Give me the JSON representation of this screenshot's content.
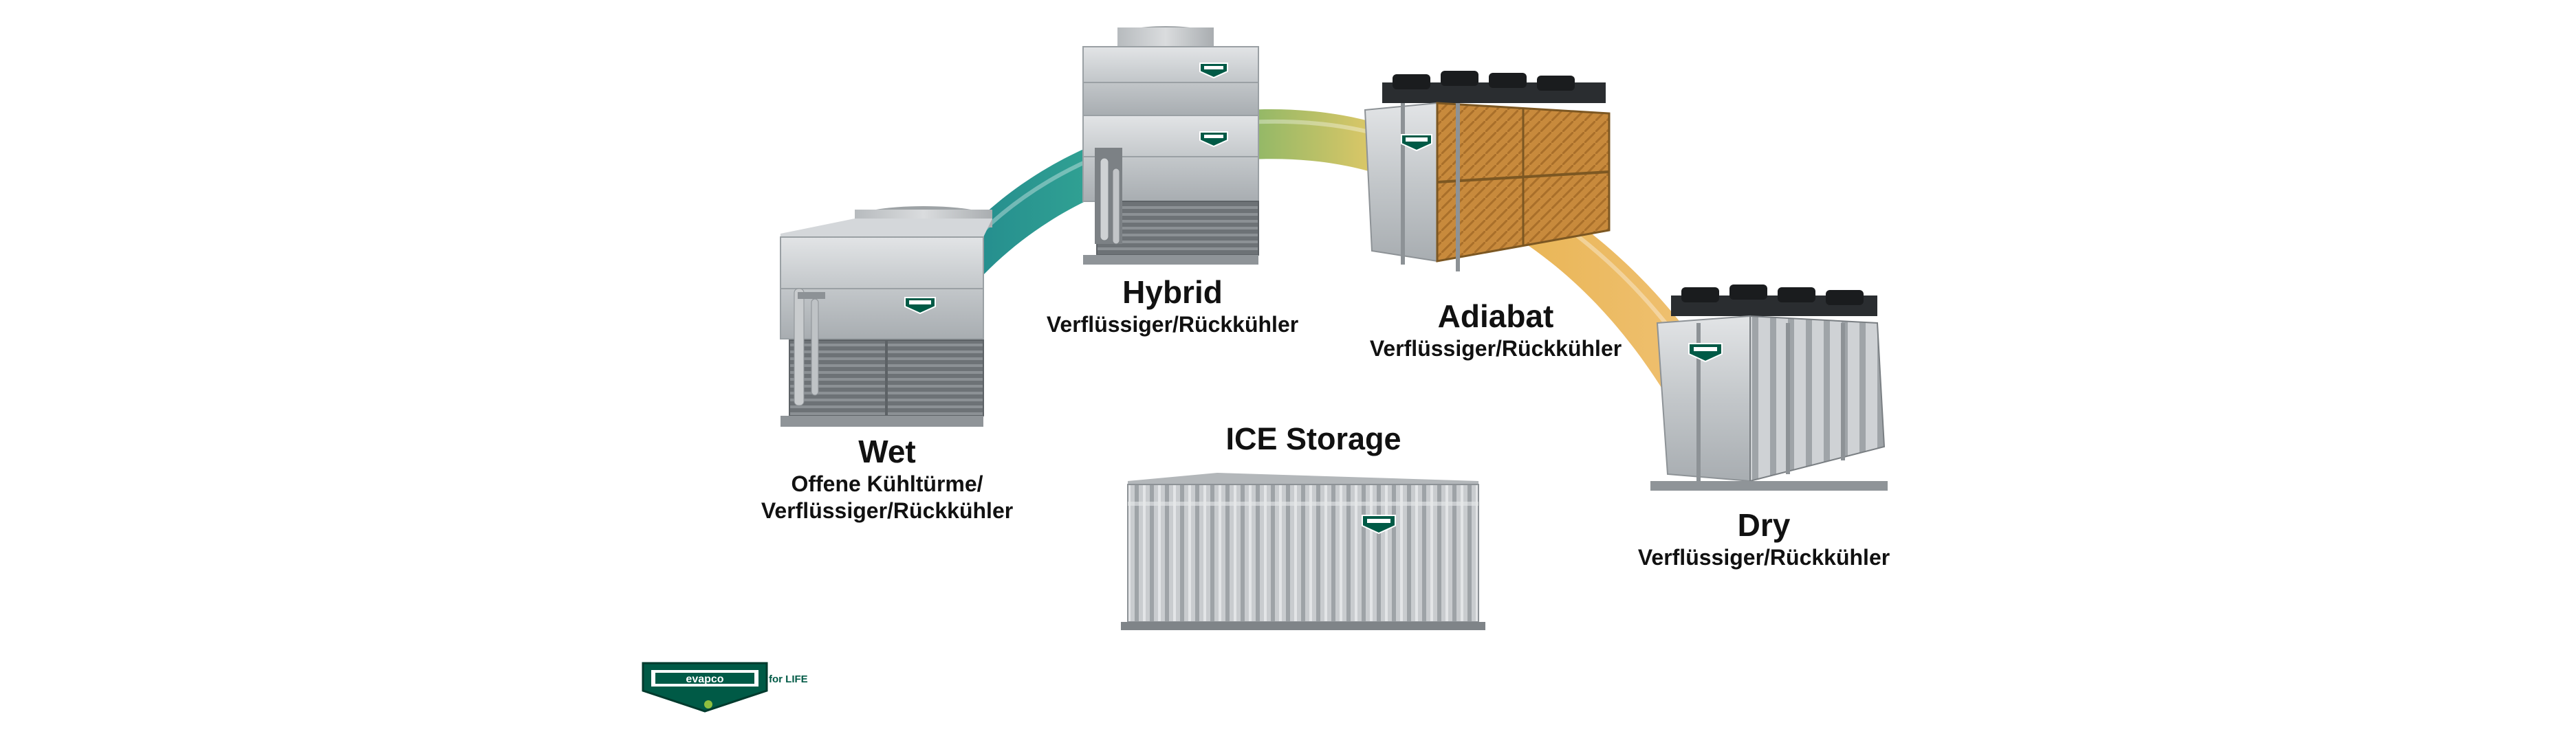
{
  "colors": {
    "brand_green": "#005a46",
    "arc_teal": "#1f8d88",
    "arc_gold": "#e4aa48",
    "label_text": "#111111",
    "steel": "#b8bcbf"
  },
  "products": {
    "wet": {
      "title": "Wet",
      "subtitle_line1": "Offene Kühltürme/",
      "subtitle_line2": "Verflüssiger/Rückkühler",
      "icon": "wet-cooling-tower-image"
    },
    "hybrid": {
      "title": "Hybrid",
      "subtitle": "Verflüssiger/Rückkühler",
      "icon": "hybrid-cooling-tower-image"
    },
    "adiabat": {
      "title": "Adiabat",
      "subtitle": "Verflüssiger/Rückkühler",
      "icon": "adiabatic-cooler-image"
    },
    "ice": {
      "title": "ICE Storage",
      "icon": "ice-storage-tank-image"
    },
    "dry": {
      "title": "Dry",
      "subtitle": "Verflüssiger/Rückkühler",
      "icon": "dry-cooler-image"
    }
  },
  "brand": {
    "logo_text": "evapco",
    "tagline": "for LIFE"
  }
}
